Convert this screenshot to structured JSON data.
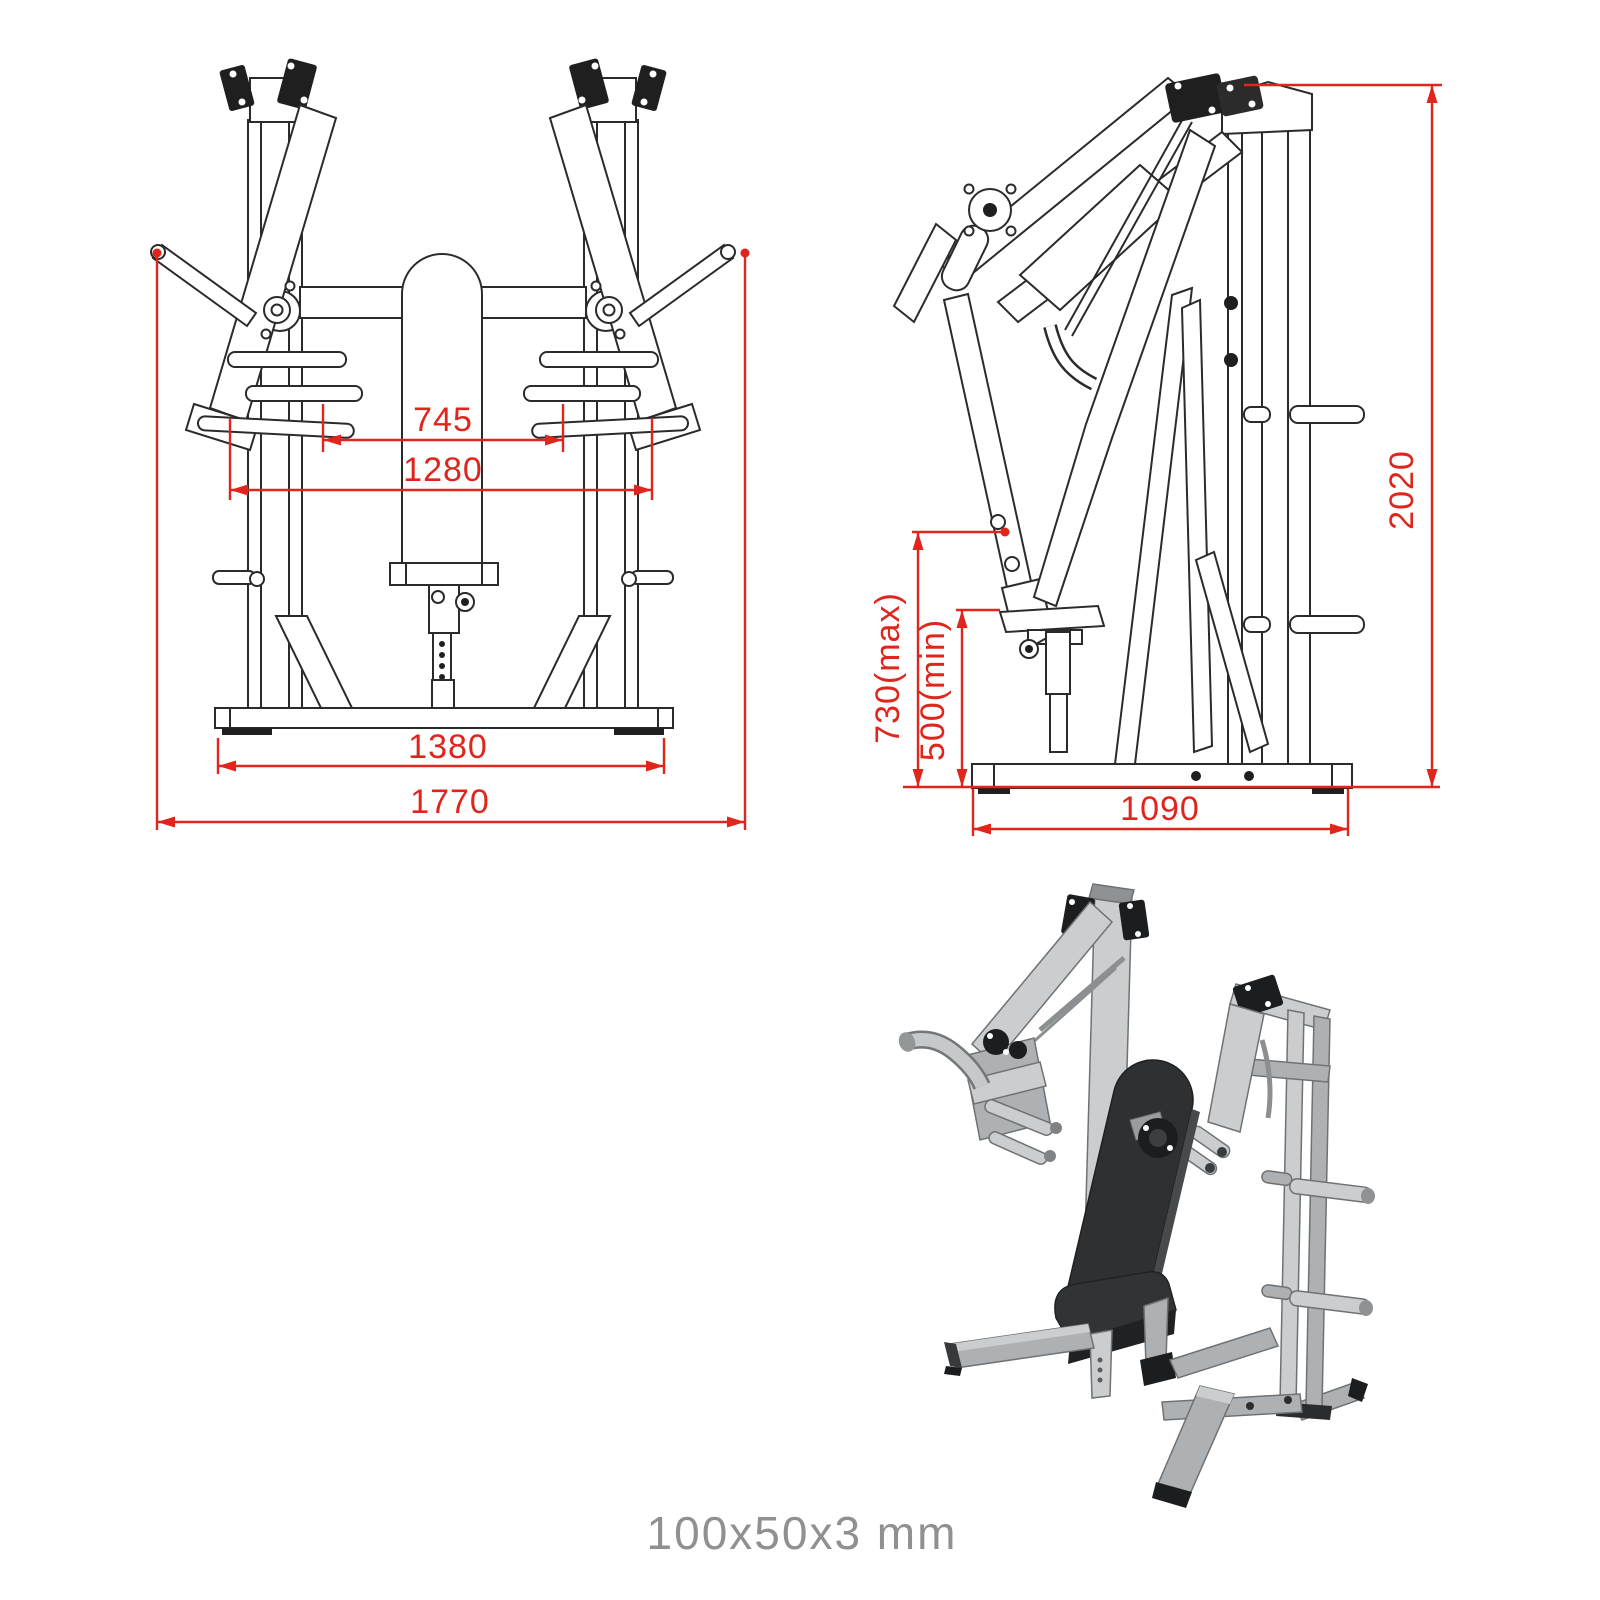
{
  "caption": "100x50x3 mm",
  "colors": {
    "dimension_red": "#e0251c",
    "drawing_line": "#2b2b2b",
    "caption_gray": "#8e9092",
    "iso_light_gray": "#cbcdcf",
    "iso_dark_pad": "#2e3032"
  },
  "front_view": {
    "dims": {
      "handle_span": "745",
      "arm_span": "1280",
      "base_width": "1380",
      "total_width": "1770"
    }
  },
  "side_view": {
    "dims": {
      "total_height": "2020",
      "seat_height_max": "730(max)",
      "seat_height_min": "500(min)",
      "base_length": "1090"
    }
  }
}
